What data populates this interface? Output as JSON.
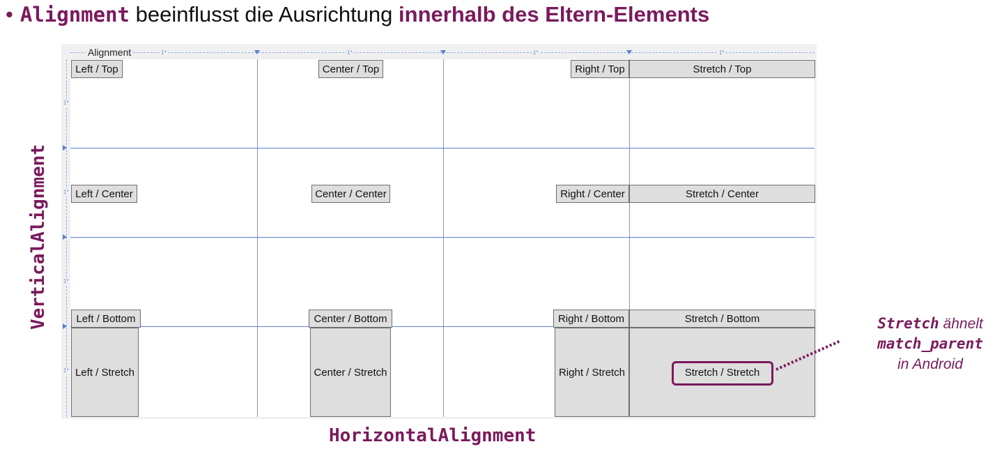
{
  "heading": {
    "bullet": "•",
    "code": "Alignment",
    "text": " beeinflusst die Ausrichtung ",
    "emphasis": "innerhalb des Eltern-Elements"
  },
  "designer": {
    "grid_name": "Alignment",
    "column_ruler_labels": [
      "1*",
      "1*",
      "1*",
      "1*"
    ],
    "row_ruler_labels": [
      "1*",
      "1*",
      "1*",
      "1*"
    ]
  },
  "buttons": [
    "Left / Top",
    "Center / Top",
    "Right / Top",
    "Stretch / Top",
    "Left / Center",
    "Center / Center",
    "Right / Center",
    "Stretch / Center",
    "Left / Bottom",
    "Center / Bottom",
    "Right / Bottom",
    "Stretch / Bottom",
    "Left / Stretch",
    "Center / Stretch",
    "Right / Stretch",
    "Stretch / Stretch"
  ],
  "axis_labels": {
    "vertical": "VerticalAlignment",
    "horizontal": "HorizontalAlignment"
  },
  "note": {
    "line1_mono": "Stretch",
    "line1_text": " ähnelt",
    "line2_mono": "match_parent",
    "line3": "in Android"
  },
  "colors": {
    "accent": "#7a1a5c",
    "gridline": "#5a7ed0",
    "button_bg": "#dedede"
  }
}
